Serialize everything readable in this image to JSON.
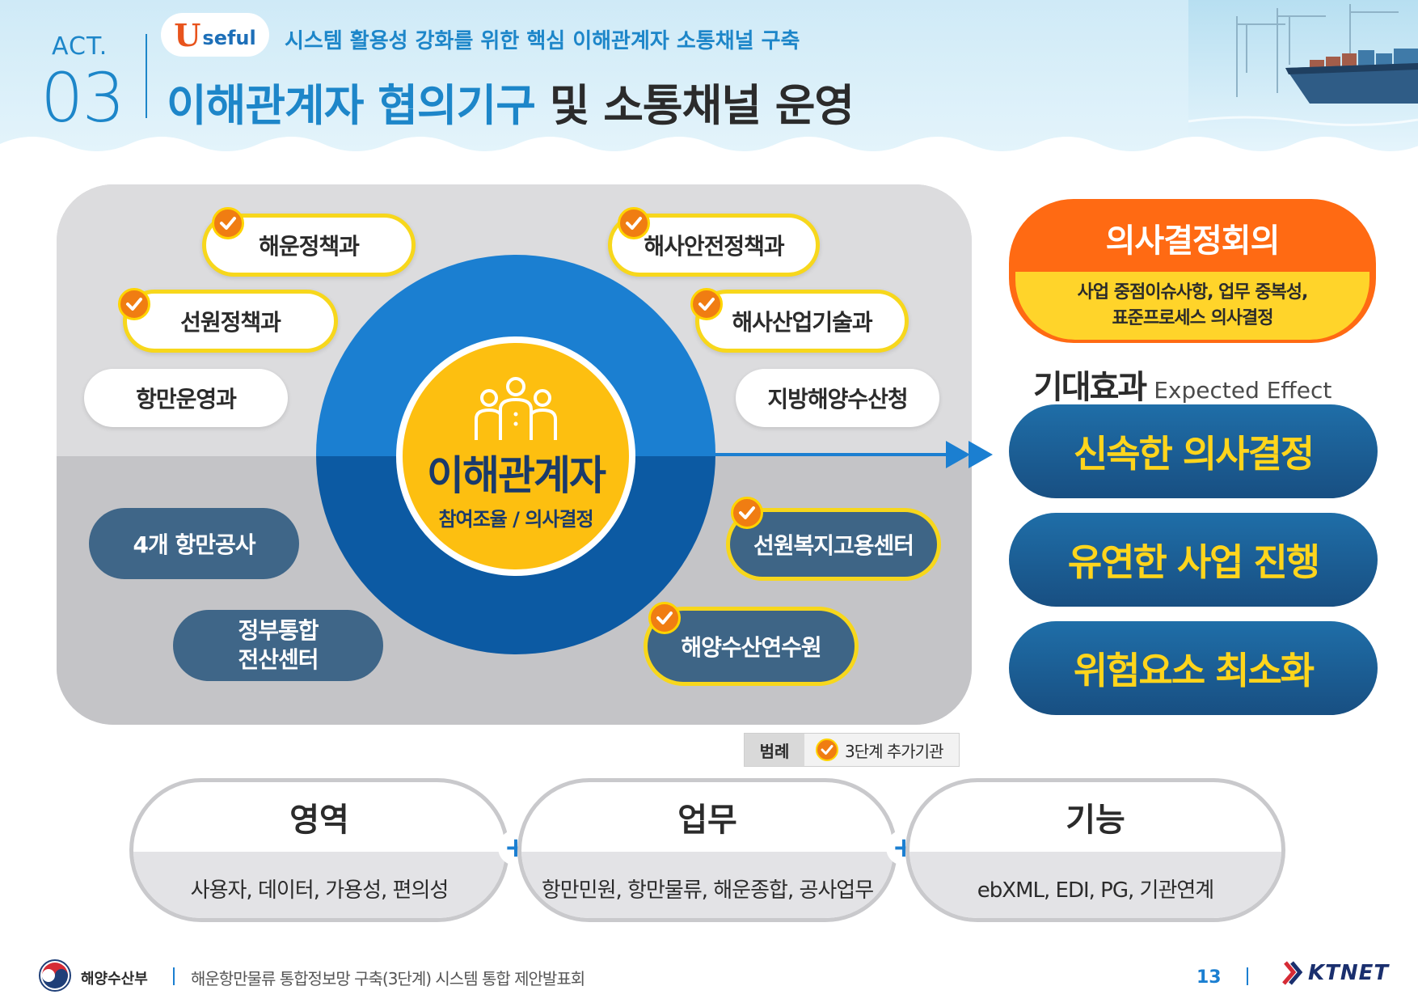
{
  "header": {
    "act_label": "ACT.",
    "act_number": "03",
    "badge_initial": "U",
    "badge_rest": "seful",
    "subtitle": "시스템 활용성 강화를 위한 핵심 이해관계자 소통채널 구축",
    "title_highlight": "이해관계자 협의기구",
    "title_rest": "및 소통채널 운영"
  },
  "stakeholders": {
    "center_title": "이해관계자",
    "center_subtitle": "참여조율 / 의사결정",
    "nodes": [
      {
        "label": "해운정책과",
        "checked": true
      },
      {
        "label": "해사안전정책과",
        "checked": true
      },
      {
        "label": "선원정책과",
        "checked": true
      },
      {
        "label": "해사산업기술과",
        "checked": true
      },
      {
        "label": "항만운영과",
        "checked": false
      },
      {
        "label": "지방해양수산청",
        "checked": false
      },
      {
        "label": "4개 항만공사",
        "checked": false
      },
      {
        "label": "선원복지고용센터",
        "checked": true
      },
      {
        "label_line1": "정부통합",
        "label_line2": "전산센터",
        "checked": false
      },
      {
        "label": "해양수산연수원",
        "checked": true
      }
    ]
  },
  "legend": {
    "label": "범례",
    "text": "3단계 추가기관"
  },
  "decision": {
    "title": "의사결정회의",
    "desc_line1": "사업 중점이슈사항, 업무 중복성,",
    "desc_line2": "표준프로세스 의사결정"
  },
  "effects": {
    "heading_ko": "기대효과",
    "heading_en": "Expected Effect",
    "items": [
      "신속한 의사결정",
      "유연한 사업 진행",
      "위험요소 최소화"
    ]
  },
  "features": [
    {
      "title": "영역",
      "desc": "사용자, 데이터, 가용성, 편의성"
    },
    {
      "title": "업무",
      "desc": "항만민원, 항만물류, 해운종합, 공사업무"
    },
    {
      "title": "기능",
      "desc": "ebXML, EDI, PG, 기관연계"
    }
  ],
  "plus_sign": "+",
  "footer": {
    "ministry": "해양수산부",
    "text": "해운항만물류 통합정보망 구축(3단계) 시스템 통합 제안발표회",
    "page": "13",
    "company": "KTNET"
  },
  "colors": {
    "primary_blue": "#1b7fd1",
    "dark_blue": "#0c5aa3",
    "accent_yellow": "#fdbf10",
    "accent_orange": "#ff6a13",
    "node_dark": "#3f6688"
  }
}
